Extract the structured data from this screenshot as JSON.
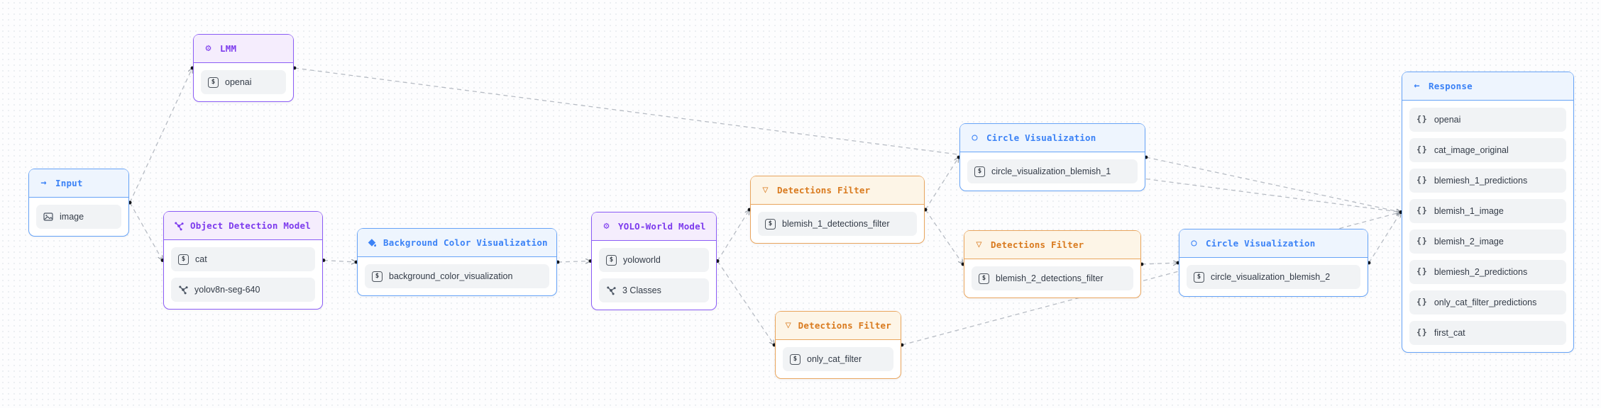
{
  "app": {
    "name": "workflow-graph-editor"
  },
  "palette": {
    "purple_border": "#8b5cf6",
    "purple_title": "#7c3aed",
    "purple_header_bg": "#f5edfd",
    "blue_border": "#66a3f7",
    "blue_title": "#3b82f6",
    "blue_header_bg": "#eef5fe",
    "orange_border": "#e9a55d",
    "orange_title": "#d97a1e",
    "orange_header_bg": "#fdf5e7",
    "item_bg": "#f1f3f5",
    "edge": "#b7bcc4",
    "port_dot": "#15181d"
  },
  "nodes": [
    {
      "id": "input",
      "color": "blue",
      "icon": "arrow-right-icon",
      "title": "Input",
      "items": [
        {
          "icon": "image-icon",
          "label": "image"
        }
      ]
    },
    {
      "id": "lmm",
      "color": "purple",
      "icon": "gear-icon",
      "title": "LMM",
      "items": [
        {
          "icon": "string-icon",
          "label": "openai"
        }
      ]
    },
    {
      "id": "odm",
      "color": "purple",
      "icon": "model-icon",
      "title": "Object Detection Model",
      "items": [
        {
          "icon": "string-icon",
          "label": "cat"
        },
        {
          "icon": "model-icon",
          "label": "yolov8n-seg-640"
        }
      ]
    },
    {
      "id": "bcv",
      "color": "blue",
      "icon": "paint-bucket-icon",
      "title": "Background Color Visualization",
      "items": [
        {
          "icon": "string-icon",
          "label": "background_color_visualization"
        }
      ]
    },
    {
      "id": "yolo",
      "color": "purple",
      "icon": "gear-icon",
      "title": "YOLO-World Model",
      "items": [
        {
          "icon": "string-icon",
          "label": "yoloworld"
        },
        {
          "icon": "model-icon",
          "label": "3 Classes"
        }
      ]
    },
    {
      "id": "df1",
      "color": "orange",
      "icon": "funnel-icon",
      "title": "Detections Filter",
      "items": [
        {
          "icon": "string-icon",
          "label": "blemish_1_detections_filter"
        }
      ]
    },
    {
      "id": "cv1",
      "color": "blue",
      "icon": "circle-icon",
      "title": "Circle Visualization",
      "items": [
        {
          "icon": "string-icon",
          "label": "circle_visualization_blemish_1"
        }
      ]
    },
    {
      "id": "df2",
      "color": "orange",
      "icon": "funnel-icon",
      "title": "Detections Filter",
      "items": [
        {
          "icon": "string-icon",
          "label": "blemish_2_detections_filter"
        }
      ]
    },
    {
      "id": "cv2",
      "color": "blue",
      "icon": "circle-icon",
      "title": "Circle Visualization",
      "items": [
        {
          "icon": "string-icon",
          "label": "circle_visualization_blemish_2"
        }
      ]
    },
    {
      "id": "df3",
      "color": "orange",
      "icon": "funnel-icon",
      "title": "Detections Filter",
      "items": [
        {
          "icon": "string-icon",
          "label": "only_cat_filter"
        }
      ]
    },
    {
      "id": "response",
      "color": "blue",
      "icon": "arrow-left-icon",
      "title": "Response",
      "items": [
        {
          "icon": "braces-icon",
          "label": "openai"
        },
        {
          "icon": "braces-icon",
          "label": "cat_image_original"
        },
        {
          "icon": "braces-icon",
          "label": "blemiesh_1_predictions"
        },
        {
          "icon": "braces-icon",
          "label": "blemish_1_image"
        },
        {
          "icon": "braces-icon",
          "label": "blemish_2_image"
        },
        {
          "icon": "braces-icon",
          "label": "blemiesh_2_predictions"
        },
        {
          "icon": "braces-icon",
          "label": "only_cat_filter_predictions"
        },
        {
          "icon": "braces-icon",
          "label": "first_cat"
        }
      ]
    }
  ],
  "edges": [
    {
      "from": "input",
      "to": "lmm"
    },
    {
      "from": "input",
      "to": "odm"
    },
    {
      "from": "lmm",
      "to": "response"
    },
    {
      "from": "odm",
      "to": "bcv"
    },
    {
      "from": "bcv",
      "to": "yolo"
    },
    {
      "from": "yolo",
      "to": "df1"
    },
    {
      "from": "yolo",
      "to": "df3"
    },
    {
      "from": "df1",
      "to": "cv1"
    },
    {
      "from": "df1",
      "to": "df2"
    },
    {
      "from": "df2",
      "to": "cv2"
    },
    {
      "from": "cv1",
      "to": "response"
    },
    {
      "from": "cv2",
      "to": "response"
    },
    {
      "from": "df3",
      "to": "response"
    }
  ]
}
